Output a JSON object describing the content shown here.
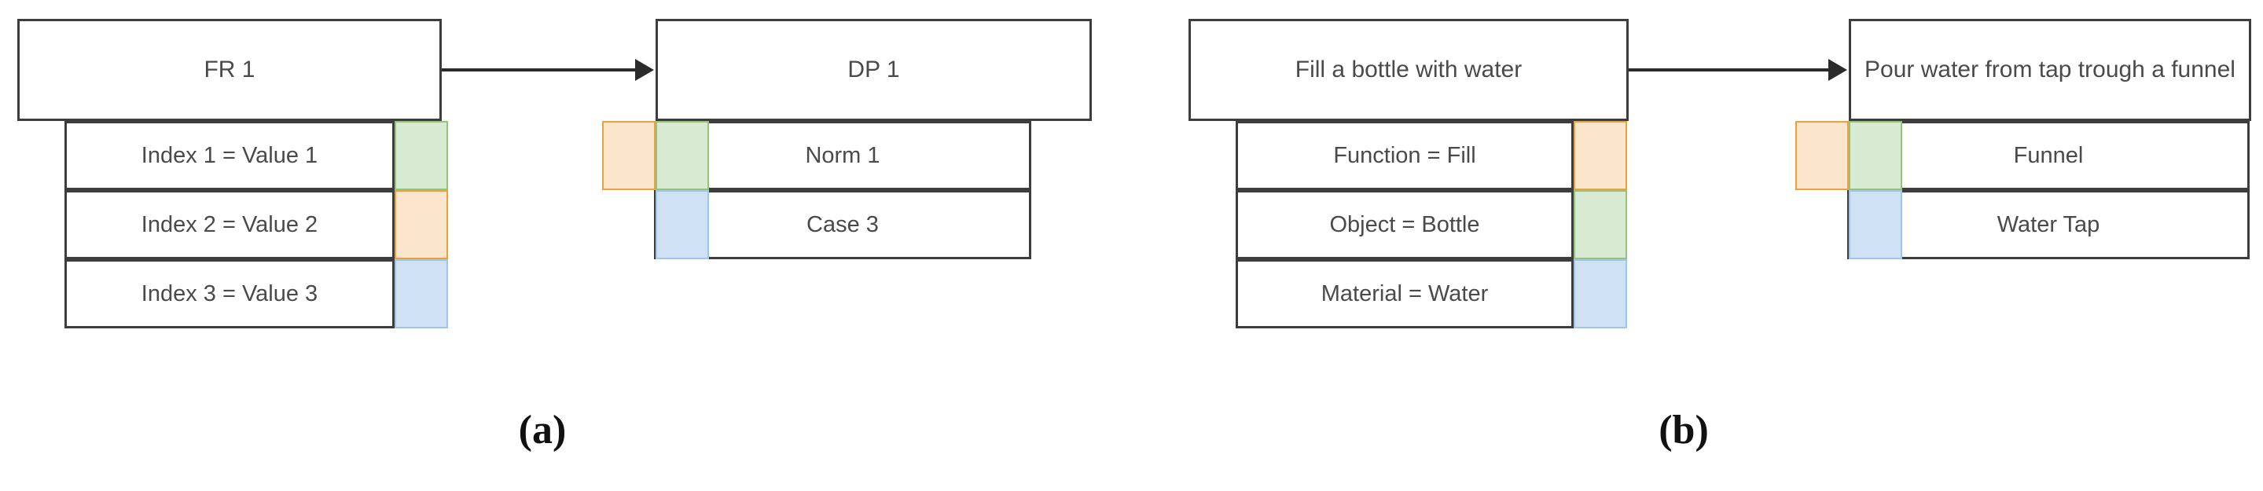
{
  "figure": {
    "groups": [
      {
        "id": "a",
        "caption": "(a)",
        "source": {
          "header": "FR 1",
          "rows": [
            {
              "label": "Index 1 = Value 1",
              "swatch": "green"
            },
            {
              "label": "Index 2 = Value 2",
              "swatch": "orange"
            },
            {
              "label": "Index 3 = Value 3",
              "swatch": "blue"
            }
          ]
        },
        "target": {
          "header": "DP 1",
          "outer_swatch": "orange",
          "rows": [
            {
              "label": "Norm 1",
              "swatch": "green"
            },
            {
              "label": "Case 3",
              "swatch": "blue"
            }
          ]
        }
      },
      {
        "id": "b",
        "caption": "(b)",
        "source": {
          "header": "Fill a bottle with water",
          "rows": [
            {
              "label": "Function = Fill",
              "swatch": "orange"
            },
            {
              "label": "Object = Bottle",
              "swatch": "green"
            },
            {
              "label": "Material = Water",
              "swatch": "blue"
            }
          ]
        },
        "target": {
          "header": "Pour water from tap trough a funnel",
          "outer_swatch": "orange",
          "rows": [
            {
              "label": "Funnel",
              "swatch": "green"
            },
            {
              "label": "Water Tap",
              "swatch": "blue"
            }
          ]
        }
      }
    ]
  },
  "colors": {
    "green_fill": "#d9ead3",
    "green_stroke": "#93c47d",
    "orange_fill": "#fce5cd",
    "orange_stroke": "#e8a33d",
    "blue_fill": "#cfe2f3",
    "blue_stroke": "#9fc5e8",
    "box_stroke": "#3d3d3d",
    "arrow": "#2b2b2b",
    "text": "#4a4a4a"
  }
}
